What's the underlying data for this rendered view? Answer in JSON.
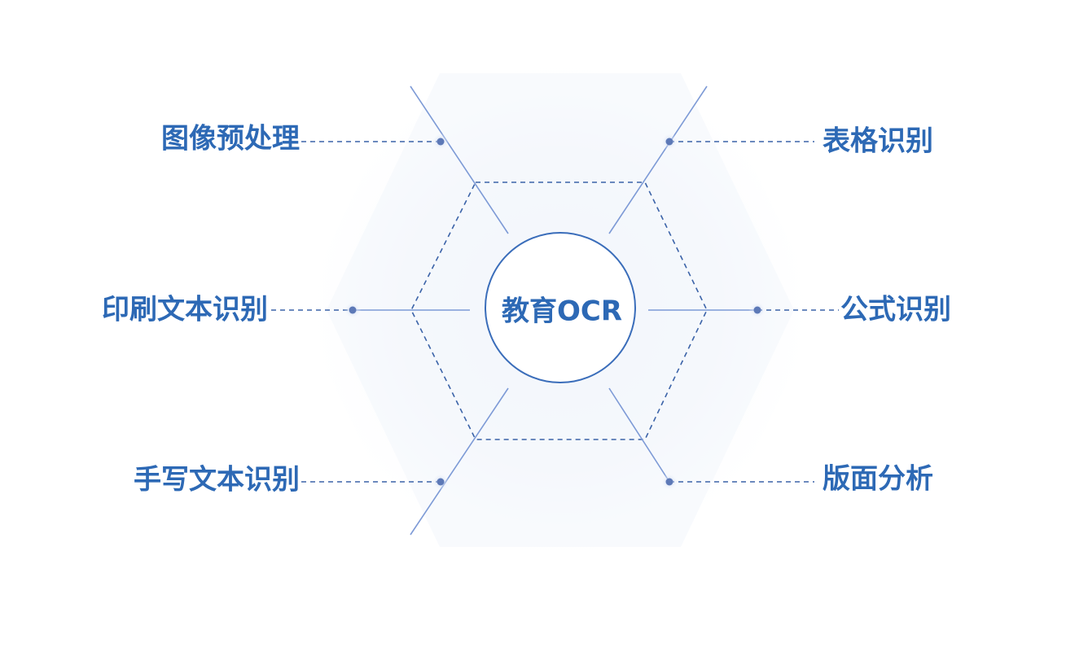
{
  "diagram": {
    "center": {
      "label": "教育OCR"
    },
    "nodes": [
      {
        "id": "image-preprocessing",
        "label": "图像预处理"
      },
      {
        "id": "printed-text-recognition",
        "label": "印刷文本识别"
      },
      {
        "id": "handwritten-text-recognition",
        "label": "手写文本识别"
      },
      {
        "id": "table-recognition",
        "label": "表格识别"
      },
      {
        "id": "formula-recognition",
        "label": "公式识别"
      },
      {
        "id": "layout-analysis",
        "label": "版面分析"
      }
    ]
  },
  "colors": {
    "label": "#2d69b5",
    "circle_stroke": "#3a6dba",
    "dashed": "#3b63a8",
    "spoke": "#7d9ad6",
    "dot": "#5d79b7",
    "dot_glow": "#b9cbef",
    "glow": "#e8eef9"
  }
}
